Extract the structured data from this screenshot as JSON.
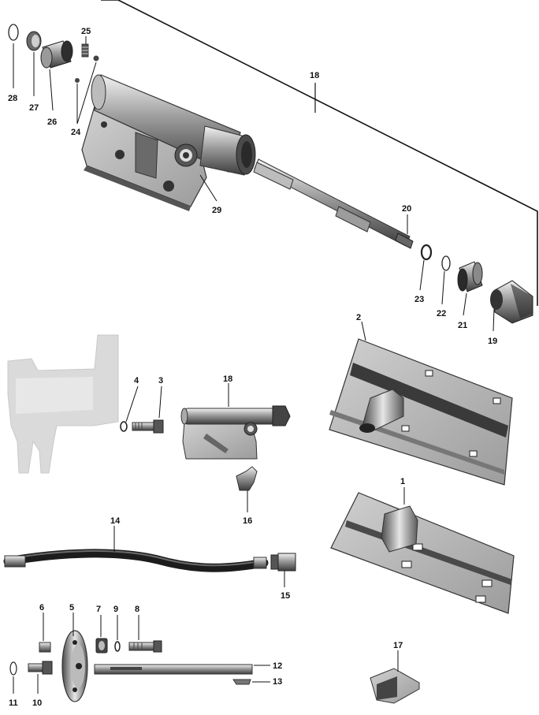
{
  "diagram": {
    "colors": {
      "ink": "#111111",
      "part_dark": "#3a3a3a",
      "part_mid": "#8a8a8a",
      "part_light": "#d9d9d9",
      "ghost": "#c8c8c8"
    },
    "callouts": {
      "c28": "28",
      "c27": "27",
      "c26": "26",
      "c25": "25",
      "c24": "24",
      "c18_top": "18",
      "c29": "29",
      "c20": "20",
      "c23": "23",
      "c22": "22",
      "c21": "21",
      "c19": "19",
      "c2": "2",
      "c4": "4",
      "c3": "3",
      "c18_mid": "18",
      "c16": "16",
      "c1": "1",
      "c14": "14",
      "c15": "15",
      "c6": "6",
      "c5": "5",
      "c7": "7",
      "c9": "9",
      "c8": "8",
      "c12": "12",
      "c13": "13",
      "c11": "11",
      "c10": "10",
      "c17": "17"
    }
  }
}
